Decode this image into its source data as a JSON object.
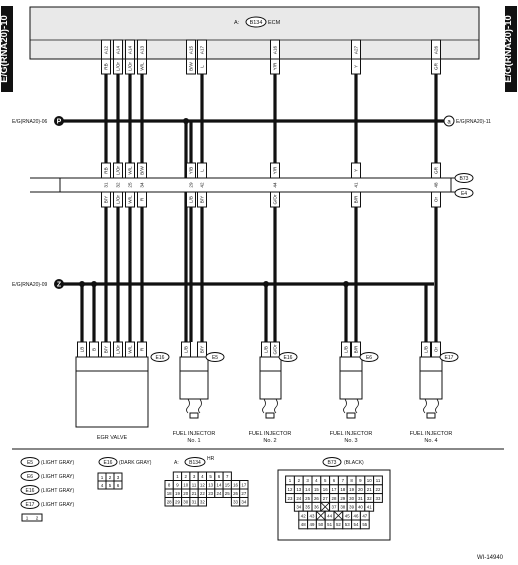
{
  "side_tab": "E/G(RNA20)-10",
  "ecm": {
    "connector": "B134",
    "prefix": "A:",
    "name": "ECM",
    "pins": [
      {
        "pin": "A12",
        "code": "RB"
      },
      {
        "pin": "A14",
        "code": "L/Or"
      },
      {
        "pin": "A14",
        "code": "L/Or"
      },
      {
        "pin": "A13",
        "code": "W/L"
      },
      {
        "pin": "A15",
        "code": "B/W"
      },
      {
        "pin": "A17",
        "code": "L"
      },
      {
        "pin": "A16",
        "code": "Y/R"
      },
      {
        "pin": "A27",
        "code": "Y"
      },
      {
        "pin": "A26",
        "code": "GR"
      }
    ]
  },
  "power_bus": {
    "left_ref": "E/G(RNA20)-06",
    "marker": "P",
    "right_ref": "E/G(RNA20)-11",
    "right_marker": "a"
  },
  "ground_bus": {
    "left_ref": "E/G(RNA20)-09",
    "marker": "Z"
  },
  "connector_strip": {
    "upper": "B73",
    "lower": "E4",
    "pins": [
      "31",
      "32",
      "25",
      "34",
      "29",
      "42",
      "44",
      "41",
      "48",
      "46"
    ],
    "upper_codes": [
      "RB",
      "L/Or",
      "W/L",
      "B/W",
      "Y/B",
      "L",
      "Y/R",
      "Y",
      "GR"
    ],
    "lower_codes": [
      "B/Y",
      "L/Or",
      "W/L",
      "R",
      "L/B",
      "B/Y",
      "G/Or",
      "B/R",
      "Or"
    ]
  },
  "components": [
    {
      "name": "EGR VALVE",
      "connector": "E16",
      "pins": [
        "LB",
        "B",
        "B/Y",
        "L/Or",
        "W/L",
        "R"
      ],
      "pin_numbers": [
        "1",
        "2",
        "3",
        "4",
        "5",
        "6"
      ]
    },
    {
      "name": "FUEL INJECTOR",
      "number": "No. 1",
      "connector": "E5",
      "pins": [
        "L/B",
        "B/Y"
      ],
      "pin_numbers": [
        "1",
        "2"
      ]
    },
    {
      "name": "FUEL INJECTOR",
      "number": "No. 2",
      "connector": "E16",
      "pins": [
        "L/B",
        "G/Or"
      ],
      "pin_numbers": [
        "1",
        "2"
      ]
    },
    {
      "name": "FUEL INJECTOR",
      "number": "No. 3",
      "connector": "E6",
      "pins": [
        "L/B",
        "B/R"
      ],
      "pin_numbers": [
        "1",
        "2"
      ]
    },
    {
      "name": "FUEL INJECTOR",
      "number": "No. 4",
      "connector": "E17",
      "pins": [
        "L/B",
        "Or"
      ],
      "pin_numbers": [
        "1",
        "2"
      ]
    }
  ],
  "legend": {
    "items": [
      {
        "id": "E5",
        "desc": "(LIGHT GRAY)"
      },
      {
        "id": "E6",
        "desc": "(LIGHT GRAY)"
      },
      {
        "id": "E16",
        "desc": "(LIGHT GRAY)"
      },
      {
        "id": "E17",
        "desc": "(LIGHT GRAY)"
      }
    ],
    "mini_connector": [
      "1",
      "2"
    ],
    "e16": {
      "id": "E16",
      "desc": "(DARK GRAY)",
      "pins": [
        "1",
        "2",
        "3",
        "4",
        "5",
        "6"
      ]
    },
    "b134": {
      "prefix": "A:",
      "id": "B134",
      "suffix": "HR",
      "rows": [
        [
          "",
          "1",
          "2",
          "3",
          "4",
          "5",
          "6",
          "7"
        ],
        [
          "8",
          "9",
          "10",
          "11",
          "12",
          "13",
          "14",
          "15",
          "16",
          "17"
        ],
        [
          "18",
          "19",
          "20",
          "21",
          "22",
          "23",
          "24",
          "25",
          "26",
          "27"
        ],
        [
          "28",
          "29",
          "30",
          "31",
          "32",
          "",
          "",
          "",
          "33",
          "34"
        ]
      ]
    },
    "b73": {
      "id": "B73",
      "desc": "(BLACK)",
      "rows": [
        [
          "1",
          "2",
          "3",
          "4",
          "5",
          "6",
          "7",
          "8",
          "9",
          "10",
          "11"
        ],
        [
          "12",
          "13",
          "14",
          "15",
          "16",
          "17",
          "18",
          "19",
          "20",
          "21",
          "22"
        ],
        [
          "23",
          "24",
          "25",
          "26",
          "27",
          "28",
          "29",
          "30",
          "31",
          "32",
          "33"
        ],
        [
          "34",
          "35",
          "36",
          "",
          "37",
          "38",
          "39",
          "40",
          "41"
        ],
        [
          "42",
          "43",
          "",
          "44",
          "",
          "45",
          "46",
          "47"
        ],
        [
          "48",
          "49",
          "50",
          "51",
          "52",
          "53",
          "54",
          "55"
        ]
      ]
    }
  },
  "figure_id": "WI-14940"
}
